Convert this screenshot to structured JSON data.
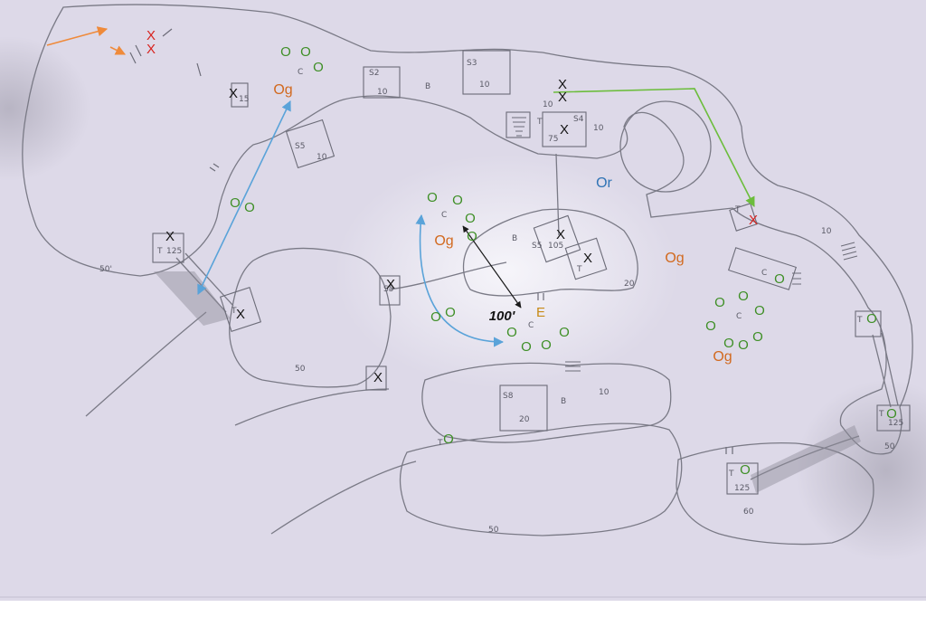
{
  "colors": {
    "paper": "#ddd9e8",
    "pencil": "#7a7a86",
    "pencil_dark": "#55555f",
    "mark_black": "#141414",
    "mark_red": "#d8231f",
    "mark_green": "#3e8f26",
    "label_orange": "#d2691e",
    "label_blue": "#2f73b5",
    "label_gold": "#c78a16",
    "arrow_orange": "#ef8a3a",
    "arrow_blue": "#5aa3d9",
    "arrow_green": "#6cbd3c",
    "arrow_black": "#1a1a1a"
  },
  "labels": {
    "og": "Og",
    "or": "Or",
    "e": "E",
    "distance": "100'"
  },
  "marks": {
    "x": "X",
    "o": "O"
  },
  "pencil_notes": {
    "s2": "S2",
    "s3": "S3",
    "s4": "S4",
    "s5": "S5",
    "s8": "S8",
    "n10": "10",
    "n15": "15",
    "n20": "20",
    "n50": "50'",
    "n50b": "50",
    "n60": "60",
    "n75": "75",
    "n105": "105",
    "n125": "125",
    "t": "T",
    "b": "B",
    "c": "C"
  }
}
